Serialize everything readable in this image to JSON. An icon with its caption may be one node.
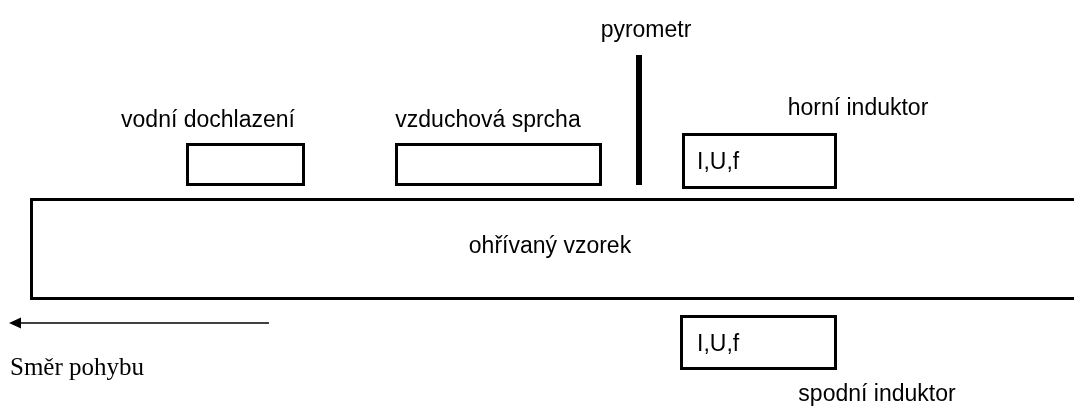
{
  "diagram": {
    "nodes": [
      {
        "text": [
          "vodní dochlazení"
        ]
      },
      {
        "text": [
          "vzduchová sprcha"
        ]
      },
      {
        "text": [
          "pyrometr"
        ]
      },
      {
        "text": [
          "horní induktor",
          "I,U,f"
        ]
      },
      {
        "text": [
          "ohřívaný vzorek"
        ]
      },
      {
        "text": [
          "I,U,f",
          "spodní induktor"
        ]
      }
    ],
    "labels": [
      "Směr pohybu"
    ]
  }
}
